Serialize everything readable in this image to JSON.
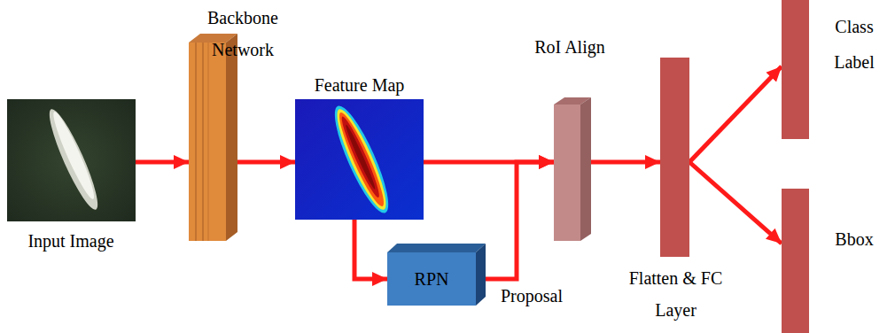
{
  "diagram": {
    "nodes": [
      {
        "text": [
          "Input Image"
        ]
      },
      {
        "text": [
          "Backbone Network"
        ]
      },
      {
        "text": [
          "Feature Map"
        ]
      },
      {
        "text": [
          "RPN"
        ]
      },
      {
        "text": [
          "RoI Align"
        ]
      },
      {
        "text": [
          "Flatten & FC Layer"
        ]
      },
      {
        "text": [
          "Class Label"
        ]
      },
      {
        "text": [
          "Bbox"
        ]
      }
    ],
    "edges": [
      {
        "from": 0,
        "to": 1,
        "arrow": "to"
      },
      {
        "from": 1,
        "to": 2,
        "arrow": "to"
      },
      {
        "from": 2,
        "to": 4,
        "arrow": "to"
      },
      {
        "from": 2,
        "to": 3,
        "arrow": "to"
      },
      {
        "from": 3,
        "to": 4,
        "label": "Proposal",
        "arrow": "to"
      },
      {
        "from": 4,
        "to": 5,
        "arrow": "to"
      },
      {
        "from": 5,
        "to": 6,
        "arrow": "to"
      },
      {
        "from": 5,
        "to": 7,
        "arrow": "to"
      }
    ]
  }
}
